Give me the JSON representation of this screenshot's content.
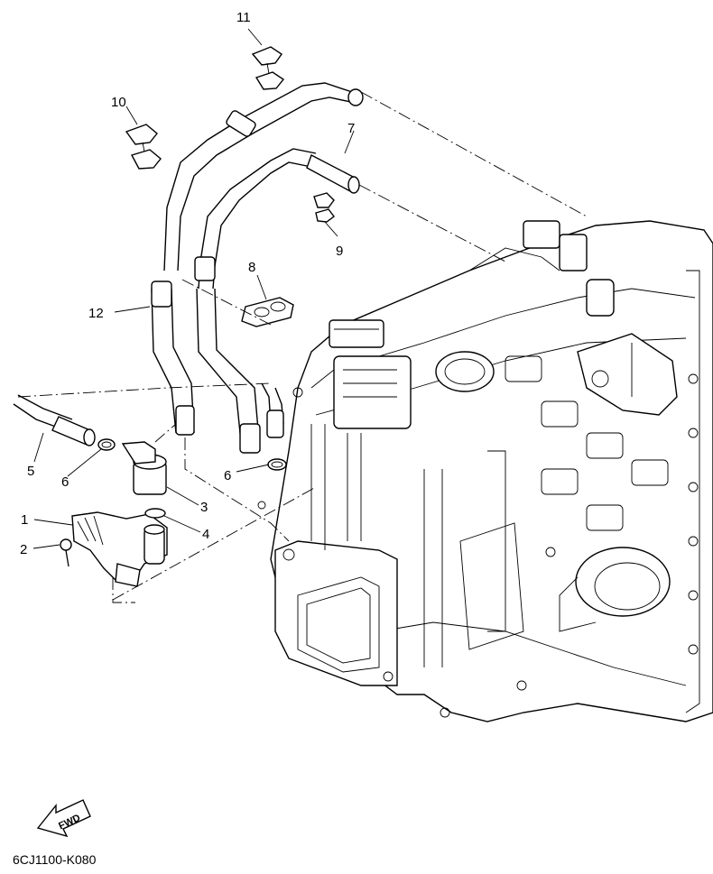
{
  "diagram": {
    "parts": [
      {
        "label": "1"
      },
      {
        "label": "2"
      },
      {
        "label": "3"
      },
      {
        "label": "4"
      },
      {
        "label": "5"
      },
      {
        "label": "6"
      },
      {
        "label": "6"
      },
      {
        "label": "7"
      },
      {
        "label": "8"
      },
      {
        "label": "9"
      },
      {
        "label": "10"
      },
      {
        "label": "11"
      },
      {
        "label": "12"
      }
    ],
    "forward_marker": "FWD",
    "diagram_code": "6CJ1100-K080"
  }
}
